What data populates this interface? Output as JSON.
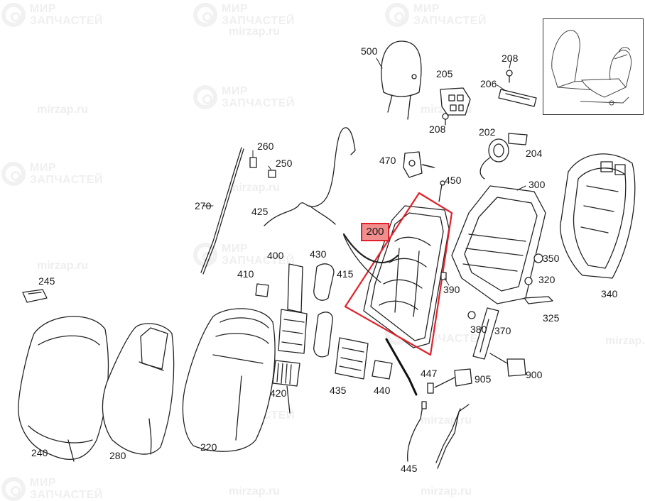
{
  "watermark": {
    "brand_line1": "МИР",
    "brand_line2": "ЗАПЧАСТЕЙ",
    "url": "mirzap.ru"
  },
  "highlight": {
    "part": "200",
    "color": "#e0212a"
  },
  "labels": {
    "p200": "200",
    "p202": "202",
    "p204": "204",
    "p205": "205",
    "p206": "206",
    "p208a": "208",
    "p208b": "208",
    "p220": "220",
    "p240": "240",
    "p245": "245",
    "p250": "250",
    "p260": "260",
    "p270": "270",
    "p280": "280",
    "p300": "300",
    "p320": "320",
    "p325": "325",
    "p340": "340",
    "p350": "350",
    "p370": "370",
    "p380": "380",
    "p390": "390",
    "p400": "400",
    "p410": "410",
    "p415": "415",
    "p420": "420",
    "p425": "425",
    "p430": "430",
    "p435": "435",
    "p440": "440",
    "p445": "445",
    "p447": "447",
    "p450": "450",
    "p470": "470",
    "p500": "500",
    "p900": "900",
    "p905": "905"
  }
}
